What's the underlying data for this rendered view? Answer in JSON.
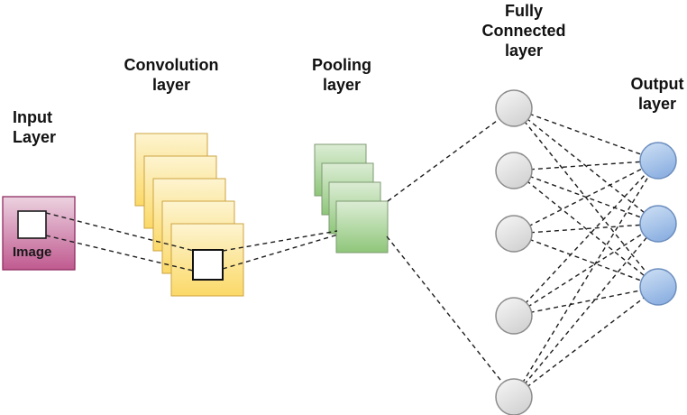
{
  "diagram": {
    "type": "cnn-architecture",
    "layers": {
      "input": {
        "title": "Input\nLayer",
        "image_label": "Image",
        "fill_top": "#ecd2e0",
        "fill_bottom": "#c05a90",
        "border": "#8e2d61"
      },
      "convolution": {
        "title": "Convolution\nlayer",
        "feature_maps": 5,
        "fill_top": "#fdf4d0",
        "fill_bottom": "#fbd968",
        "border": "#cda342"
      },
      "pooling": {
        "title": "Pooling\nlayer",
        "feature_maps": 4,
        "fill_top": "#dcedd5",
        "fill_bottom": "#8fc67a",
        "border": "#7d9a71"
      },
      "fully_connected": {
        "title": "Fully\nConnected\nlayer",
        "neurons": 5,
        "fill_top": "#f7f7f7",
        "fill_bottom": "#d3d3d3",
        "border": "#8c8c8c"
      },
      "output": {
        "title": "Output\nlayer",
        "neurons": 3,
        "fill_top": "#cfe1f5",
        "fill_bottom": "#8fb2e2",
        "border": "#6c8ebf"
      }
    },
    "connections": {
      "style": "dashed",
      "color": "#1d1d1d"
    }
  }
}
